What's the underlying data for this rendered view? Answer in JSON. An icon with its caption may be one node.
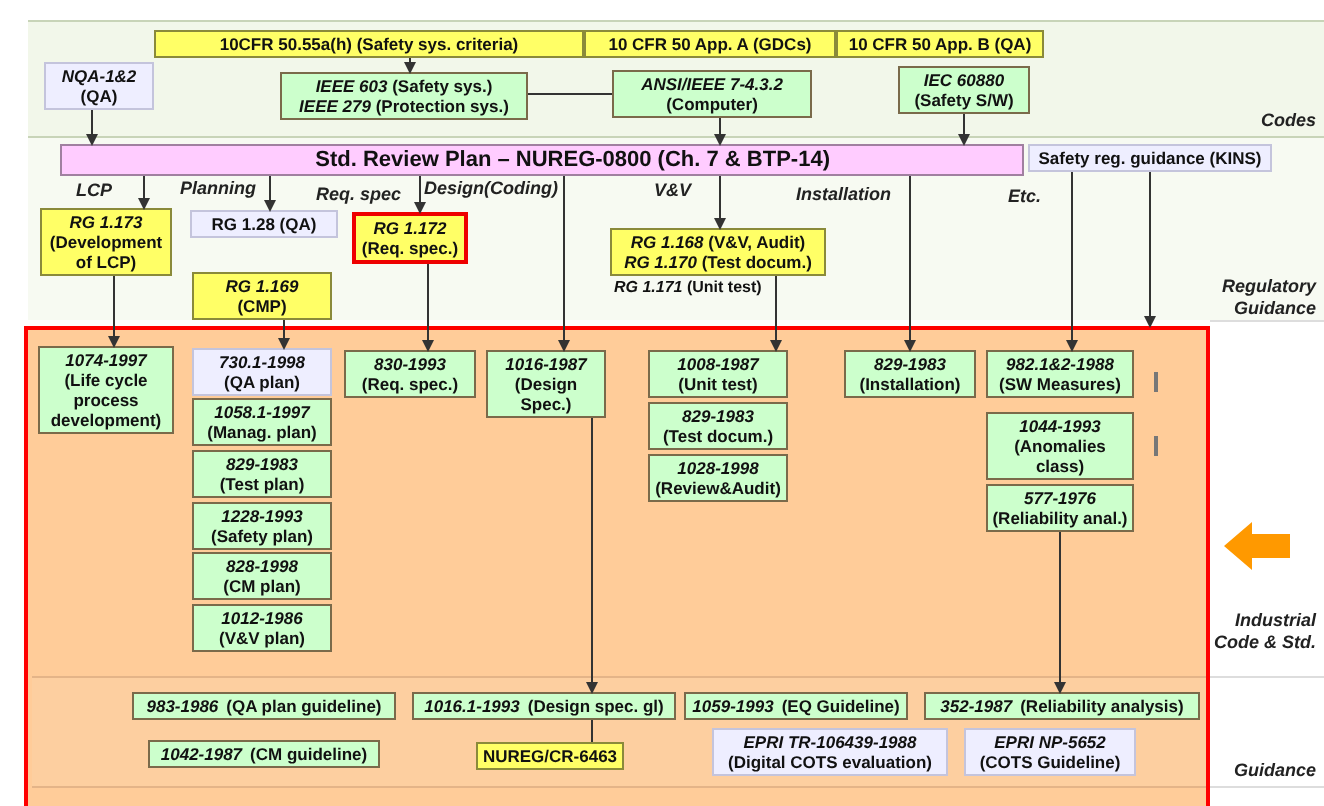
{
  "diagram": {
    "nodes": [
      {
        "text": [
          "10CFR 50.55a(h) (Safety sys. criteria)"
        ]
      },
      {
        "text": [
          "10 CFR 50 App. A (GDCs)"
        ]
      },
      {
        "text": [
          "10 CFR 50 App. B (QA)"
        ]
      },
      {
        "text": [
          "NQA-1&2",
          "(QA)"
        ]
      },
      {
        "text": [
          "*IEEE 603* (Safety sys.)",
          "*IEEE 279* (Protection sys.)"
        ]
      },
      {
        "text": [
          "ANSI/IEEE 7-4.3.2",
          "(Computer)"
        ]
      },
      {
        "text": [
          "IEC 60880",
          "(Safety S/W)"
        ]
      },
      {
        "text": [
          "Std. Review Plan – NUREG-0800 (Ch. 7 & BTP-14)"
        ]
      },
      {
        "text": [
          "Safety reg. guidance (KINS)"
        ]
      },
      {
        "text": [
          "RG 1.173",
          "(Development of LCP)"
        ]
      },
      {
        "text": [
          "RG 1.28 (QA)"
        ]
      },
      {
        "text": [
          "RG 1.172",
          "(Req. spec.)"
        ]
      },
      {
        "text": [
          "RG 1.169",
          "(CMP)"
        ]
      },
      {
        "text": [
          "*RG 1.168* (V&V, Audit)",
          "*RG 1.170* (Test docum.)"
        ],
        "beside": [
          "*RG 1.171* (Unit test)"
        ]
      },
      {
        "text": [],
        "shape": "box"
      },
      {
        "text": [
          "1074-1997",
          "(Life cycle process development)"
        ],
        "in": 14
      },
      {
        "text": [
          "730.1-1998",
          "(QA plan)"
        ],
        "in": 14
      },
      {
        "text": [
          "1058.1-1997",
          "(Manag. plan)"
        ],
        "in": 14
      },
      {
        "text": [
          "829-1983",
          "(Test plan)"
        ],
        "in": 14
      },
      {
        "text": [
          "1228-1993",
          "(Safety plan)"
        ],
        "in": 14
      },
      {
        "text": [
          "828-1998",
          "(CM plan)"
        ],
        "in": 14
      },
      {
        "text": [
          "1012-1986",
          "(V&V plan)"
        ],
        "in": 14
      },
      {
        "text": [
          "830-1993",
          "(Req. spec.)"
        ],
        "in": 14
      },
      {
        "text": [
          "1016-1987",
          "(Design Spec.)"
        ],
        "in": 14
      },
      {
        "text": [
          "1008-1987",
          "(Unit test)"
        ],
        "in": 14
      },
      {
        "text": [
          "829-1983",
          "(Test docum.)"
        ],
        "in": 14
      },
      {
        "text": [
          "1028-1998",
          "(Review&Audit)"
        ],
        "in": 14
      },
      {
        "text": [
          "829-1983",
          "(Installation)"
        ],
        "in": 14
      },
      {
        "text": [
          "982.1&2-1988",
          "(SW Measures)"
        ],
        "in": 14
      },
      {
        "text": [
          "1044-1993",
          "(Anomalies class)"
        ],
        "in": 14
      },
      {
        "text": [
          "577-1976",
          "(Reliability anal.)"
        ],
        "in": 14
      },
      {
        "text": [
          "983-1986",
          "(QA plan guideline)"
        ],
        "in": 14
      },
      {
        "text": [
          "1042-1987",
          "(CM guideline)"
        ],
        "in": 14
      },
      {
        "text": [
          "1016.1-1993",
          "(Design spec. gl)"
        ],
        "in": 14
      },
      {
        "text": [
          "NUREG/CR-6463"
        ],
        "in": 14
      },
      {
        "text": [
          "1059-1993",
          "(EQ Guideline)"
        ],
        "in": 14
      },
      {
        "text": [
          "EPRI TR-106439-1988",
          "(Digital COTS evaluation)"
        ],
        "in": 14
      },
      {
        "text": [
          "352-1987",
          "(Reliability analysis)"
        ],
        "in": 14
      },
      {
        "text": [
          "EPRI NP-5652",
          "(COTS Guideline)"
        ],
        "in": 14
      }
    ],
    "edges": [
      {
        "from": 0,
        "to": 4,
        "arrow": "to"
      },
      {
        "from": 4,
        "to": 5,
        "arrow": "none"
      },
      {
        "from": 3,
        "to": 7,
        "arrow": "to"
      },
      {
        "from": 5,
        "to": 7,
        "arrow": "to"
      },
      {
        "from": 6,
        "to": 7,
        "arrow": "to"
      },
      {
        "from": 7,
        "to": 9,
        "arrow": "to"
      },
      {
        "from": 7,
        "to": 10,
        "arrow": "to"
      },
      {
        "from": 7,
        "to": 11,
        "arrow": "to"
      },
      {
        "from": 7,
        "to": 23,
        "arrow": "to"
      },
      {
        "from": 7,
        "to": 13,
        "arrow": "to"
      },
      {
        "from": 7,
        "to": 27,
        "arrow": "to"
      },
      {
        "from": 8,
        "to": 28,
        "arrow": "to"
      },
      {
        "from": 8,
        "to": 14,
        "arrow": "to"
      },
      {
        "from": 9,
        "to": 15,
        "arrow": "to"
      },
      {
        "from": 12,
        "to": 16,
        "arrow": "to"
      },
      {
        "from": 11,
        "to": 22,
        "arrow": "to"
      },
      {
        "from": 13,
        "to": 24,
        "arrow": "to"
      },
      {
        "from": 23,
        "to": 33,
        "arrow": "to"
      },
      {
        "from": 33,
        "to": 34,
        "arrow": "none"
      },
      {
        "from": 30,
        "to": 37,
        "arrow": "to"
      }
    ],
    "labels": [
      "Codes",
      "LCP",
      "Planning",
      "Req. spec",
      "Design(Coding)",
      "V&V",
      "Installation",
      "Etc.",
      "Regulatory Guidance",
      "Industrial Code & Std.",
      "Guidance"
    ]
  }
}
